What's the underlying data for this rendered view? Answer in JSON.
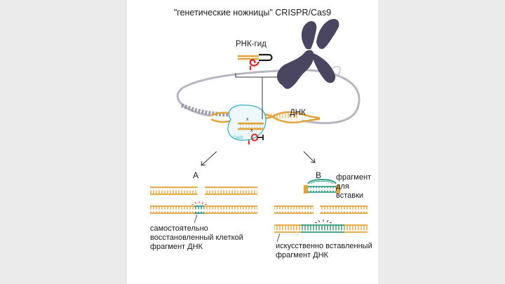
{
  "title": "\"генетические ножницы\" CRISPR/Cas9",
  "labels": {
    "guide_rna": "РНК-гид",
    "dna": "ДНК",
    "cas9": "Cas9",
    "panel_a": "А",
    "panel_b": "В",
    "fragment_for_insert": "фрагмент для вставки",
    "self_repaired": "самостоятельно восстановленный клеткой фрагмент ДНК",
    "artificially_inserted": "искусственно вставленный фрагмент ДНК"
  },
  "colors": {
    "dna_strand": "#e0a43a",
    "insert_fragment": "#35a08a",
    "chromosome": "#4a4560",
    "guide_red": "#d92b2b",
    "guide_black": "#1a1a1a",
    "cas9_outline": "#3ab0c8",
    "backbone": "#b9b6c4"
  }
}
